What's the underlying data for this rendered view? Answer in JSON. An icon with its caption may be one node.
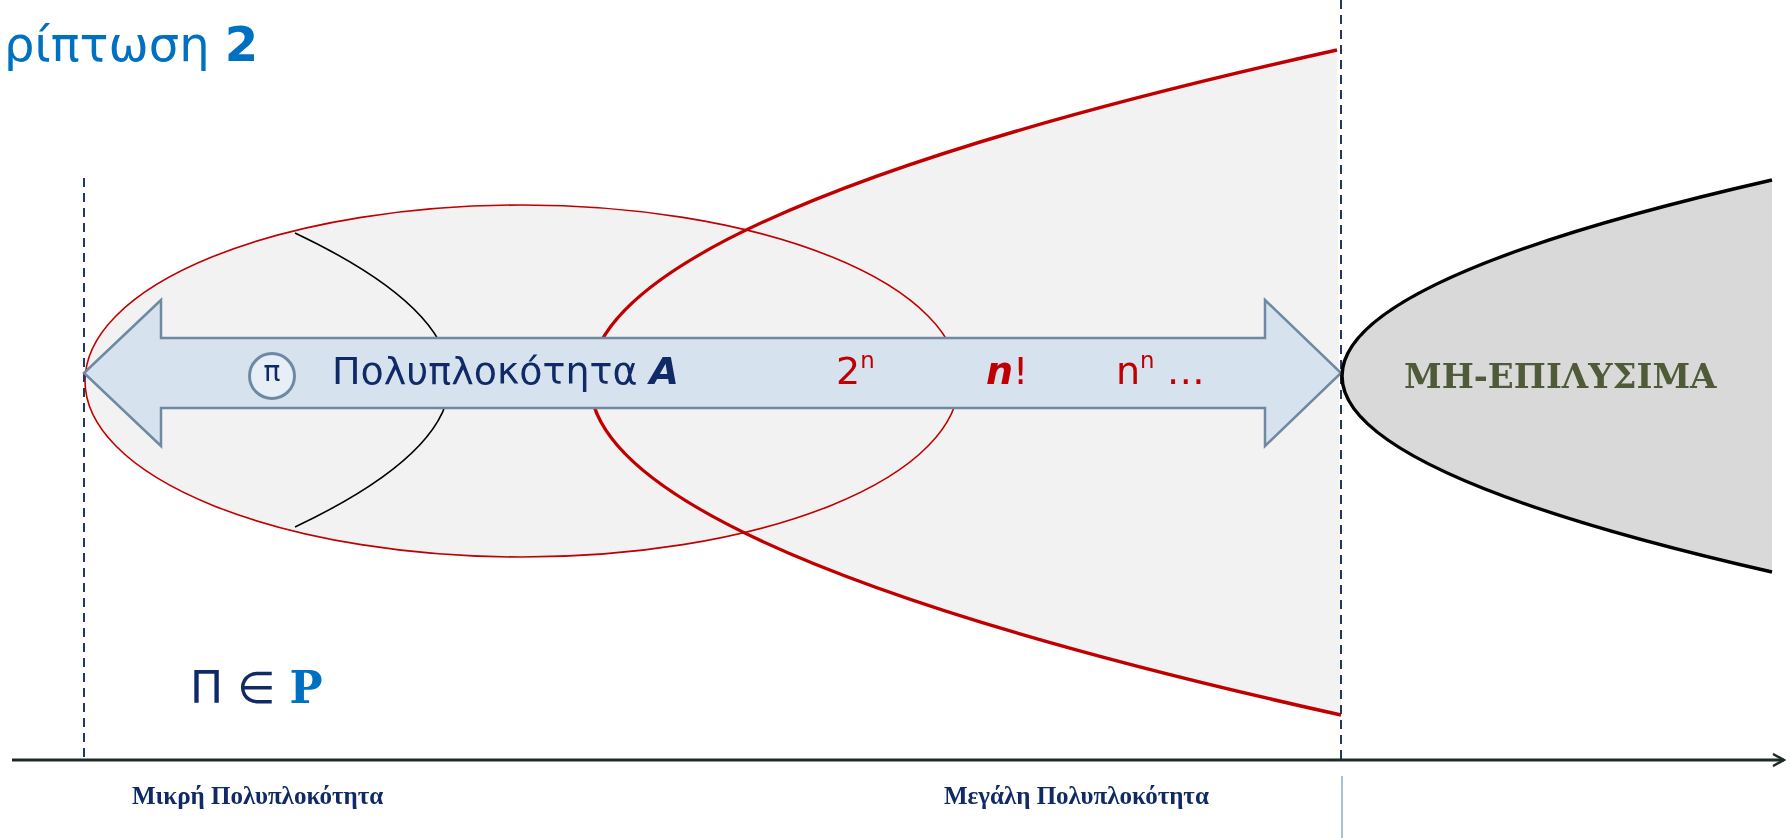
{
  "diagram": {
    "title": "ρίπτωση **2**",
    "nodes": [
      {
        "text": [
          "Πολυπλοκότητα *A*",
          "2$^{n}$",
          "*n*!",
          "n$^{n}$ …"
        ]
      },
      {
        "text": [
          "π"
        ],
        "in": 0
      },
      {
        "text": [
          "ΜΗ-ΕΠΙΛΥΣΙΜΑ"
        ]
      }
    ],
    "labels": [
      "Π ∈ **P**",
      "Μικρή Πολυπλοκότητα",
      "Μεγάλη Πολυπλοκότητα"
    ]
  }
}
